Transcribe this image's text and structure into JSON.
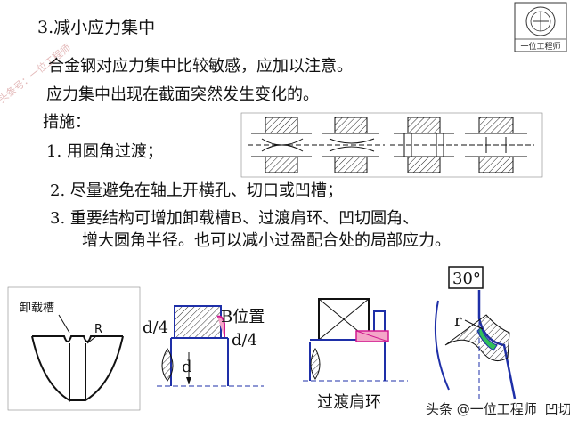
{
  "slide": {
    "heading": "3.减小应力集中",
    "line1": "合金钢对应力集中比较敏感，应加以注意。",
    "line2": "应力集中出现在截面突然发生变化的。",
    "line3": "措施：",
    "item1": "1. 用圆角过渡；",
    "item2": "2. 尽量避免在轴上开横孔、切口或凹槽；",
    "item3a": "3. 重要结构可增加卸载槽B、过渡肩环、凹切圆角、",
    "item3b": "增大圆角半径。也可以减小过盈配合处的局部应力。"
  },
  "figures": {
    "groove": {
      "label": "卸载槽",
      "radius": "R"
    },
    "b_position": {
      "label": "B位置",
      "dim_top": "d/4",
      "dim_right": "d/4",
      "dim_d": "d"
    },
    "shoulder_ring": {
      "caption": "过渡肩环"
    },
    "undercut": {
      "angle": "30°",
      "radius": "r",
      "caption": "凹切圆角"
    }
  },
  "watermarks": {
    "side": "头条号：一位工程师",
    "footer": "头条 @一位工程师",
    "logo": "一位工程师"
  },
  "colors": {
    "outline_blue": "#1e2fa8",
    "hatch_gray": "#9aa0b8",
    "pink_fill": "#f4a6c8",
    "magenta_part": "#d01890",
    "green_fill": "#2fbf5a"
  }
}
